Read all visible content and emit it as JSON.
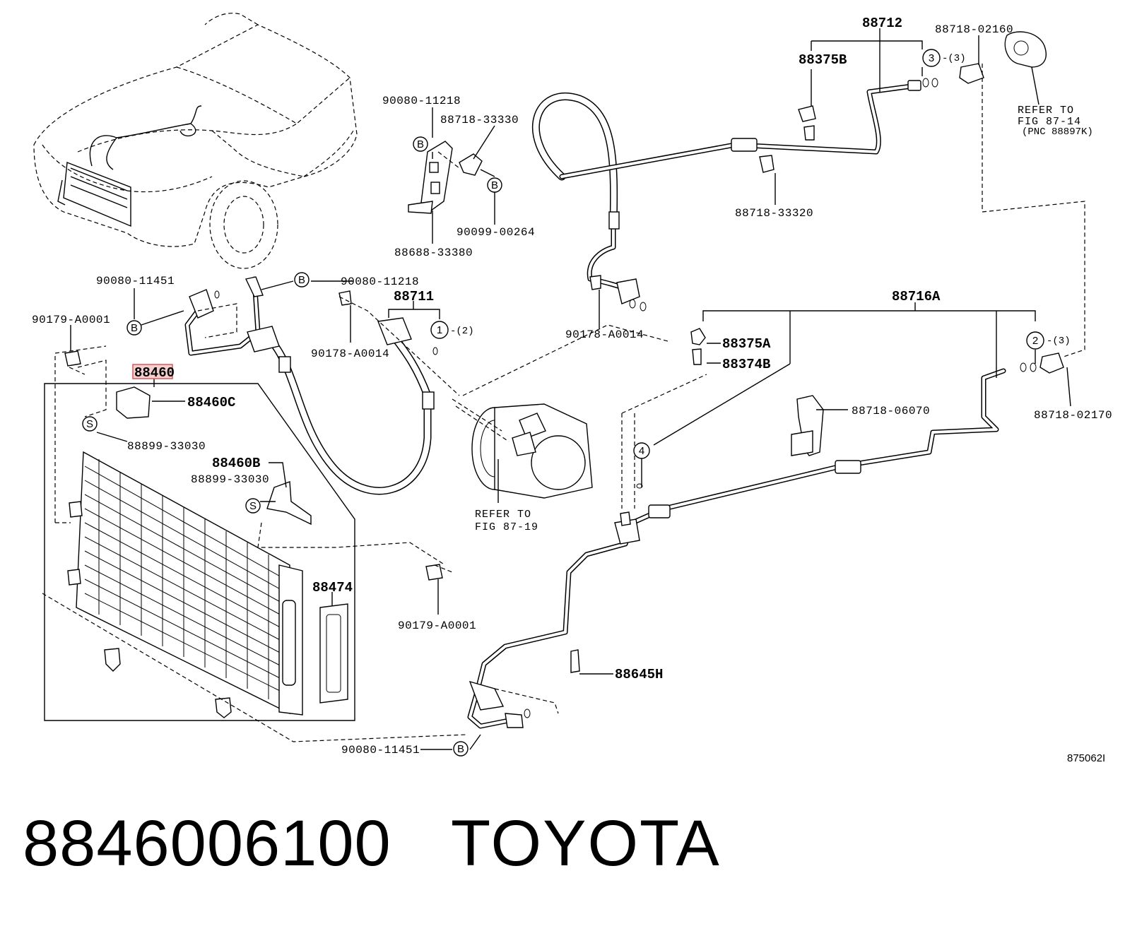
{
  "diagram": {
    "labels": {
      "p88712": "88712",
      "p88718_02160": "88718-02160",
      "p88375B": "88375B",
      "circle3_qty": "-(3)",
      "refer1_l1": "REFER TO",
      "refer1_l2": "FIG 87-14",
      "refer1_l3": "(PNC 88897K)",
      "p90080_11218_top": "90080-11218",
      "p88718_33330": "88718-33330",
      "p90099_00264": "90099-00264",
      "p88688_33380": "88688-33380",
      "p88718_33320": "88718-33320",
      "p90080_11451_top": "90080-11451",
      "p90179_A0001_left": "90179-A0001",
      "p90080_11218_mid": "90080-11218",
      "p88711": "88711",
      "circle1_qty": "-(2)",
      "p90178_A0014_left": "90178-A0014",
      "p90178_A0014_mid": "90178-A0014",
      "p88716A": "88716A",
      "p88375A": "88375A",
      "p88374B": "88374B",
      "circle2_qty": "-(3)",
      "p88718_02170": "88718-02170",
      "p88460": "88460",
      "p88460C": "88460C",
      "p88899_33030_a": "88899-33030",
      "p88460B": "88460B",
      "p88899_33030_b": "88899-33030",
      "refer2_l1": "REFER TO",
      "refer2_l2": "FIG 87-19",
      "p88718_06070": "88718-06070",
      "p88474": "88474",
      "p90179_A0001_bottom": "90179-A0001",
      "p88645H": "88645H",
      "p90080_11451_bottom": "90080-11451",
      "figure_code": "875062I"
    },
    "circle_marks": {
      "b": "B",
      "s": "S",
      "c1": "1",
      "c2": "2",
      "c3": "3",
      "c4": "4"
    },
    "highlight_color": "#e06060"
  },
  "footer": {
    "part_number": "8846006100",
    "brand": "TOYOTA"
  }
}
